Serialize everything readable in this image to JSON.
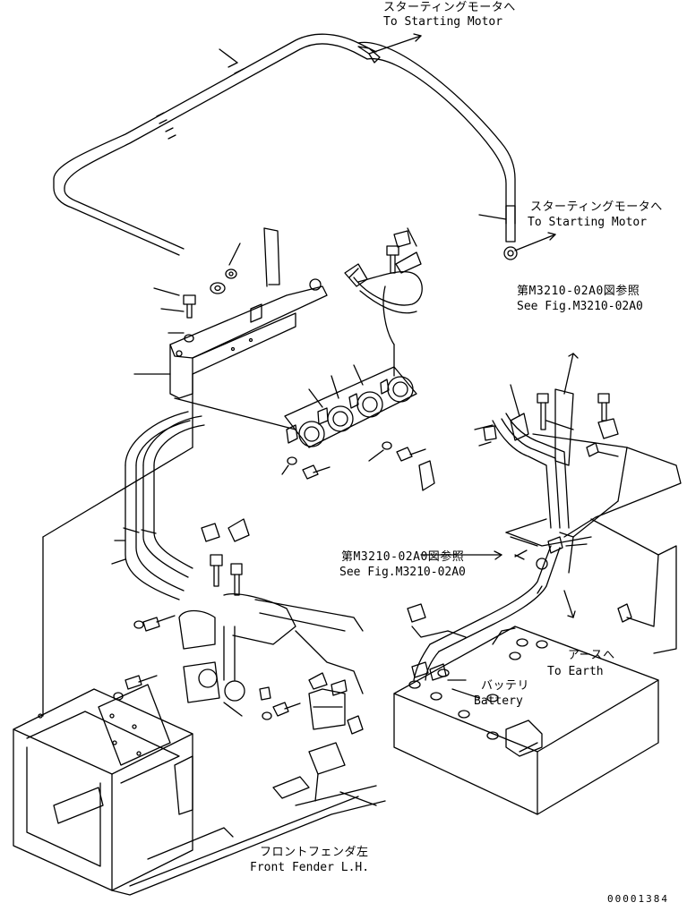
{
  "labels": {
    "starting_motor_top_jp": "スターティングモータへ",
    "starting_motor_top_en": "To Starting Motor",
    "starting_motor_right_jp": "スターティングモータへ",
    "starting_motor_right_en": "To Starting Motor",
    "see_fig_upper_jp": "第M3210-02A0図参照",
    "see_fig_upper_en": "See Fig.M3210-02A0",
    "see_fig_lower_jp": "第M3210-02A0図参照",
    "see_fig_lower_en": "See Fig.M3210-02A0",
    "earth_jp": "アースへ",
    "earth_en": "To Earth",
    "battery_jp": "バッテリ",
    "battery_en": "Battery",
    "fender_jp": "フロントフェンダ左",
    "fender_en": "Front Fender L.H.",
    "drawing_number": "00001384"
  }
}
